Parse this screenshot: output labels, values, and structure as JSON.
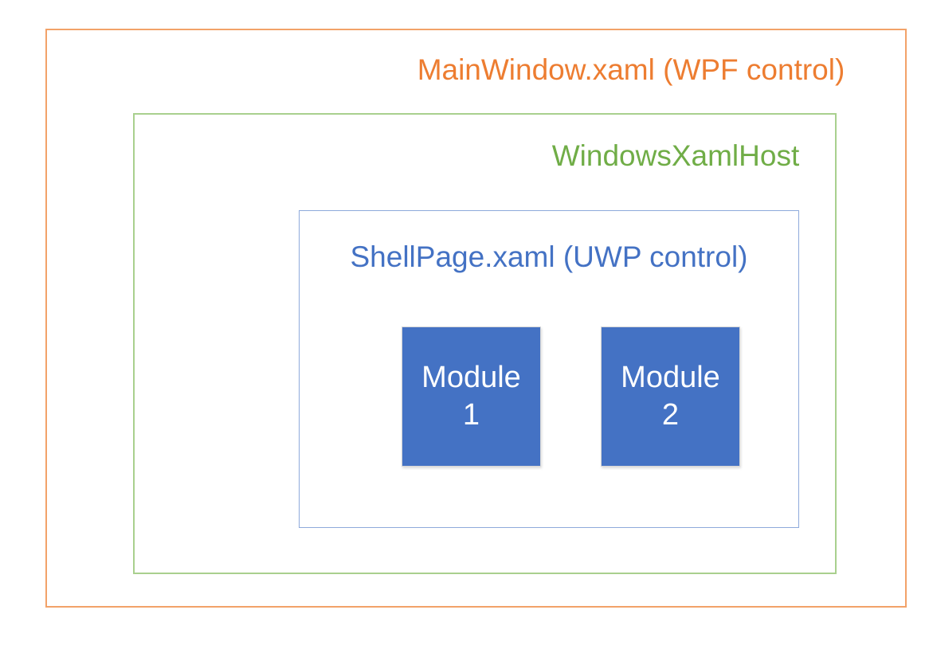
{
  "diagram": {
    "mainwindow": {
      "label": "MainWindow.xaml (WPF control)",
      "text_color": "#ED7D31",
      "border_color": "#F2A269"
    },
    "xamlhost": {
      "label": "WindowsXamlHost",
      "text_color": "#70AD47",
      "border_color": "#A9D08E"
    },
    "shellpage": {
      "label": "ShellPage.xaml (UWP control)",
      "text_color": "#4472C4",
      "border_color": "#8EAADB"
    },
    "modules": [
      {
        "label": "Module 1",
        "fill_color": "#4472C4",
        "text_color": "#FFFFFF"
      },
      {
        "label": "Module 2",
        "fill_color": "#4472C4",
        "text_color": "#FFFFFF"
      }
    ]
  }
}
